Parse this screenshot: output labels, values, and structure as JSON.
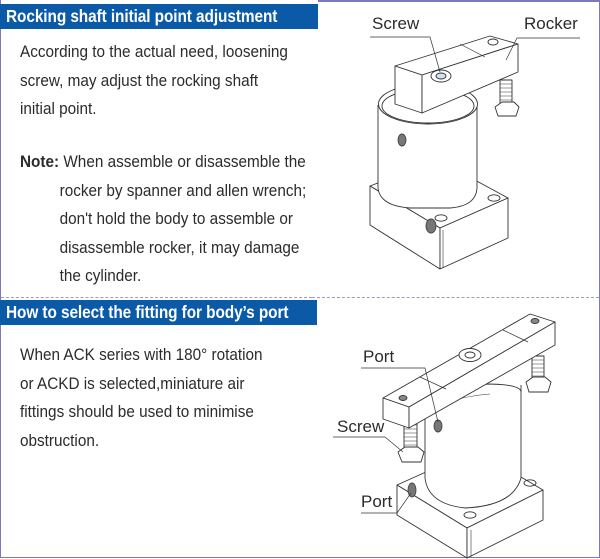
{
  "section1": {
    "title": "Rocking shaft initial point adjustment",
    "intro_lines": [
      "According to the actual need, loosening",
      "screw, may adjust the rocking shaft",
      "initial point."
    ],
    "note_label": "Note:",
    "note_lines": [
      "When assemble or disassemble the",
      "rocker by spanner and allen wrench;",
      "don't hold the body to assemble or",
      "disassemble rocker, it may damage",
      "the cylinder."
    ],
    "figure": {
      "callouts": {
        "screw": "Screw",
        "rocker": "Rocker"
      }
    }
  },
  "section2": {
    "title": "How to select the fitting for body’s port",
    "body_lines": [
      "When ACK series with 180°  rotation",
      "or ACKD is selected,miniature air",
      "fittings should be used to minimise",
      "obstruction."
    ],
    "figure": {
      "callouts": {
        "port_top": "Port",
        "screw": "Screw",
        "port_bottom": "Port"
      }
    }
  },
  "colors": {
    "header_bg": "#0a5aa8",
    "header_text": "#ffffff",
    "frame_border": "#7a78c0",
    "divider": "#9b9ad0",
    "body_text": "#2b2b2b"
  }
}
